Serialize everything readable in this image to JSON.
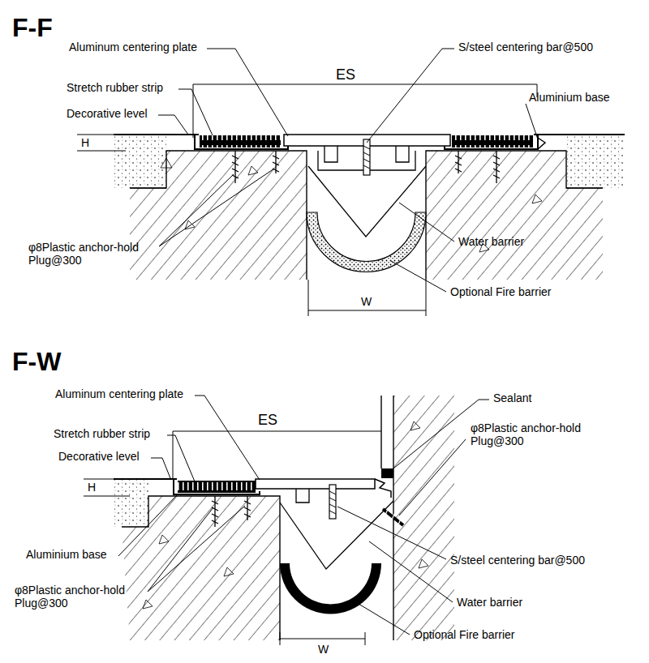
{
  "diagram": {
    "labels": [
      "F-F",
      "Aluminum centering plate",
      "S/steel centering bar@500",
      "ES",
      "Stretch rubber strip",
      "Aluminium base",
      "Decorative level",
      "H",
      "φ8Plastic anchor-hold Plug@300",
      "Water barrier",
      "Optional Fire barrier",
      "W",
      "F-W",
      "Aluminum centering plate",
      "Sealant",
      "ES",
      "Stretch rubber strip",
      "φ8Plastic anchor-hold Plug@300",
      "Decorative level",
      "H",
      "Aluminium base",
      "S/steel centering bar@500",
      "φ8Plastic anchor-hold Plug@300",
      "Water barrier",
      "Optional Fire barrier",
      "W"
    ]
  }
}
